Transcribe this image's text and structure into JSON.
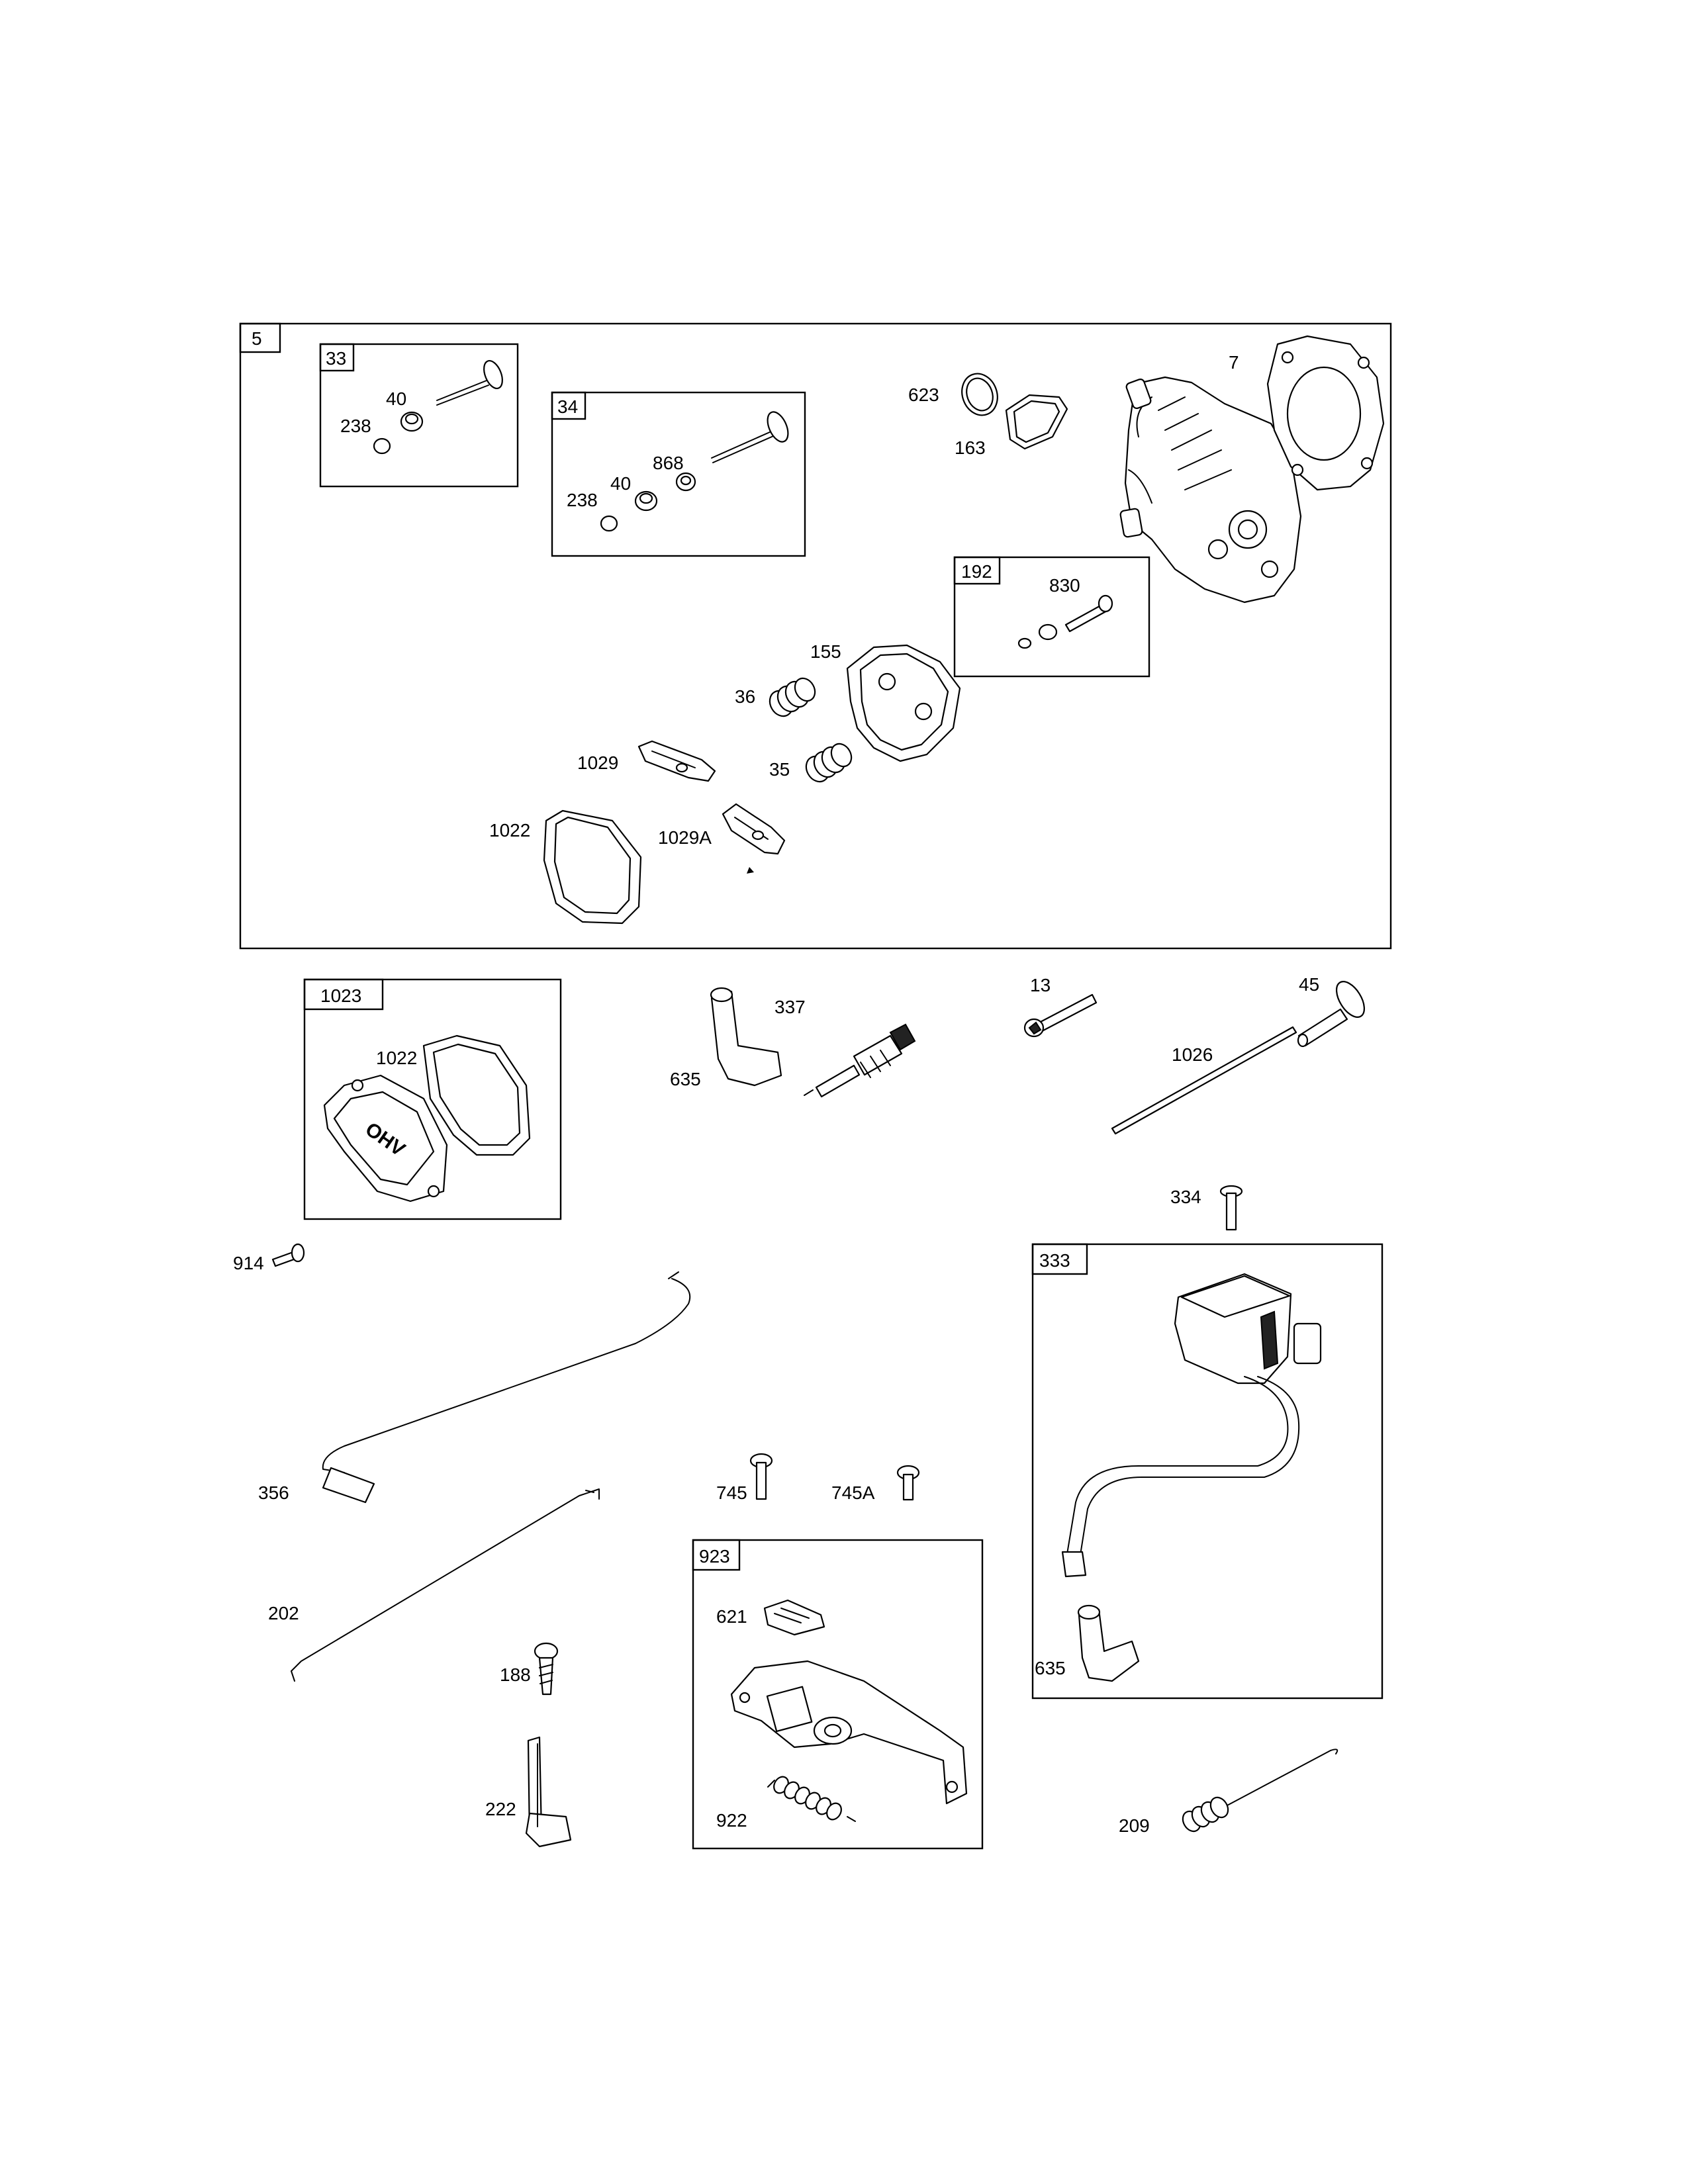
{
  "callouts": {
    "box_5": "5",
    "box_33": "33",
    "box_34": "34",
    "box_192": "192",
    "box_1023": "1023",
    "box_333": "333",
    "box_923": "923",
    "p33_40": "40",
    "p33_238": "238",
    "p34_238": "238",
    "p34_40": "40",
    "p34_868": "868",
    "p623": "623",
    "p163": "163",
    "p7": "7",
    "p830": "830",
    "p155": "155",
    "p36": "36",
    "p35": "35",
    "p1029": "1029",
    "p1029a": "1029A",
    "p1022": "1022",
    "p1023_1022": "1022",
    "p337": "337",
    "p635": "635",
    "p13": "13",
    "p45": "45",
    "p1026": "1026",
    "p334": "334",
    "p914": "914",
    "p356": "356",
    "p202": "202",
    "p745": "745",
    "p745a": "745A",
    "p188": "188",
    "p222": "222",
    "p621": "621",
    "p922": "922",
    "p333_635": "635",
    "p209": "209"
  },
  "embossed_logo": "OHV"
}
